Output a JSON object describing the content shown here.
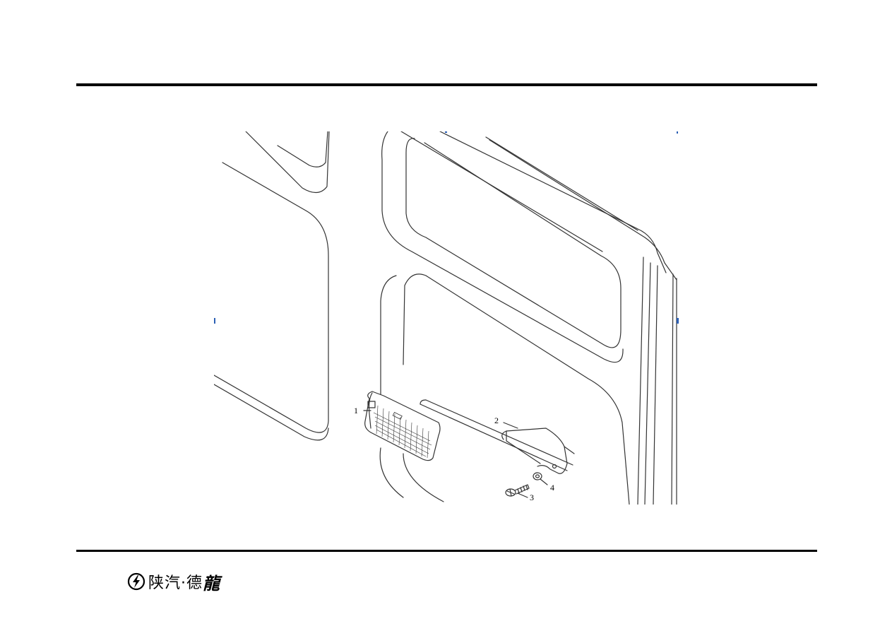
{
  "callouts": {
    "c1": "1",
    "c2": "2",
    "c3": "3",
    "c4": "4"
  },
  "footer": {
    "brand_main": "陕汽·德",
    "brand_tail": "龍",
    "logo_icon": "shacman-bolt-circle-icon"
  },
  "colors": {
    "rule": "#000000",
    "line": "#333333",
    "marker": "#2b5fb4"
  }
}
